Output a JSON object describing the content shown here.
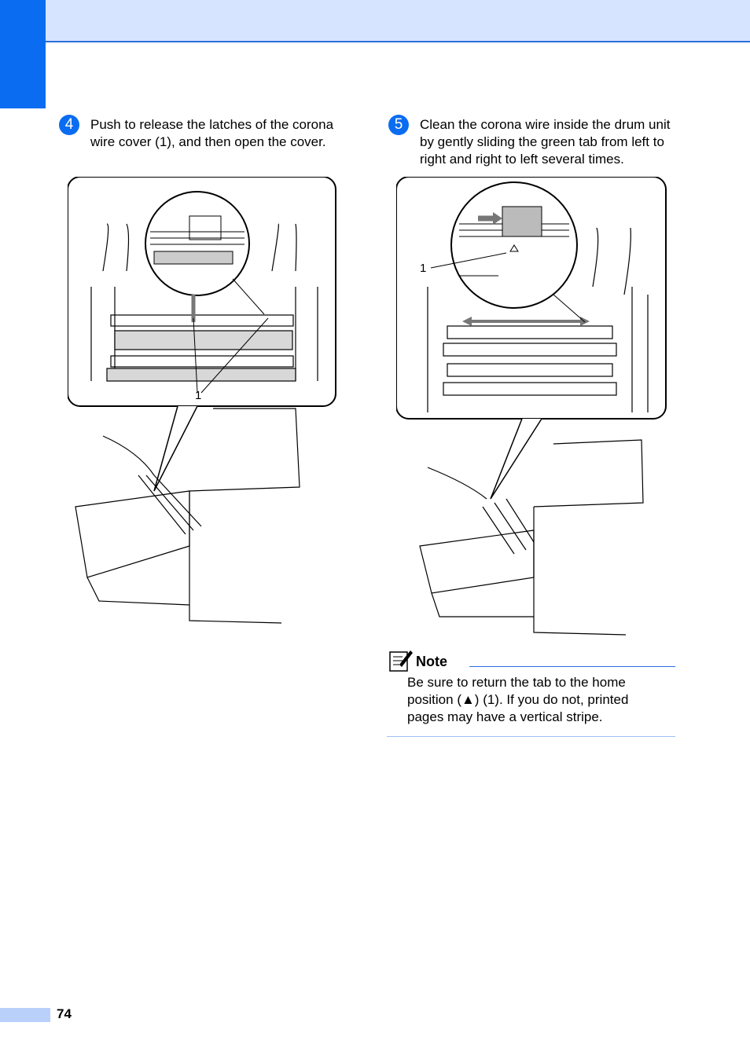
{
  "steps": [
    {
      "number": "4",
      "text": "Push to release the latches of the corona wire cover (1), and then open the cover.",
      "callout": "1"
    },
    {
      "number": "5",
      "text": "Clean the corona wire inside the drum unit by gently sliding the green tab from left to right and right to left several times.",
      "callout": "1"
    }
  ],
  "note": {
    "title": "Note",
    "text": "Be sure to return the tab to the home position (▲) (1). If you do not, printed pages may have a vertical stripe."
  },
  "page_number": "74",
  "icons": [
    "note-pencil-icon"
  ],
  "colors": {
    "accent": "#0a6cf0",
    "header_band": "#d6e4ff",
    "page_tab": "#b8d0fa"
  }
}
